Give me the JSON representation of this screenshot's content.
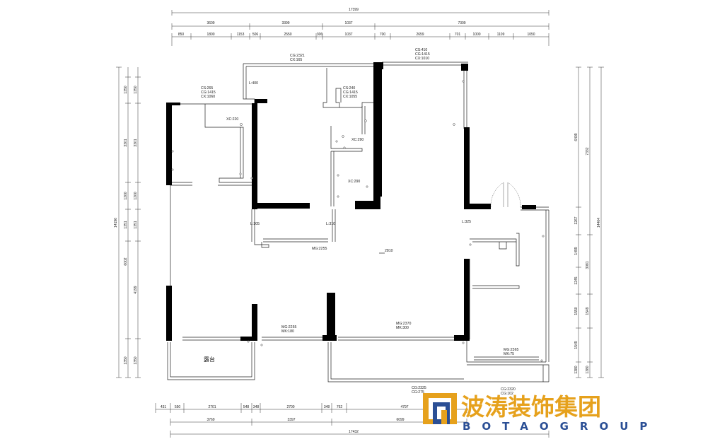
{
  "plan": {
    "top_dims": {
      "total": "17399",
      "level2": [
        "3609",
        "3399",
        "1037",
        "7309"
      ],
      "level3": [
        "850",
        "1800",
        "1153",
        "506",
        "2550",
        "306",
        "1037",
        "700",
        "2659",
        "701",
        "1000",
        "1109",
        "1050"
      ]
    },
    "bottom_dims": {
      "total": "17432",
      "level1": [
        "431",
        "550",
        "2701",
        "548",
        "348",
        "2700",
        "348",
        "762",
        "4797"
      ],
      "level2": [
        "3769",
        "3397",
        "6099"
      ]
    },
    "left_dims": {
      "total": "14196",
      "level1": [
        "1350",
        "3301",
        "1200",
        "1351",
        "6002",
        "1350"
      ],
      "level2": [
        "1350",
        "3301",
        "1200",
        "1351",
        "4199",
        "1350"
      ]
    },
    "right_dims": {
      "total": "14404",
      "level1": [
        "6409",
        "1267",
        "1499",
        "1245",
        "1550",
        "1549",
        "1380"
      ],
      "level2": [
        "7332",
        "3081",
        "1549",
        "1380"
      ]
    },
    "annotations": {
      "win_top_left": [
        "CS:265",
        "CG:1415",
        "CX:1060"
      ],
      "win_top_mid": [
        "CG:2321",
        "CX:165"
      ],
      "win_top_right": [
        "CS:410",
        "CG:1415",
        "CX:1010"
      ],
      "win_bath": [
        "CS:240",
        "CG:1415",
        "CX:1055"
      ],
      "l400": "L:400",
      "xc220": "XC:220",
      "xc290a": "XC:290",
      "xc290b": "XC:290",
      "l305": "L:305",
      "l310": "L:310",
      "l325": "L:325",
      "mg2255a": "MG:2255",
      "living": "2810",
      "door_b1": [
        "MG:2255",
        "MK:180"
      ],
      "door_liv": [
        "MG:2370",
        "MK:300"
      ],
      "door_r": [
        "MG:2365",
        "MK:75"
      ],
      "bottom_a": [
        "CG:2325",
        "CG:275"
      ],
      "bottom_b": [
        "CG:2320",
        "CG:102"
      ]
    },
    "room_balcony": "露台"
  },
  "logo": {
    "cn": "波涛装饰集团",
    "en": "BOTAOGROUP",
    "colors": {
      "gold": "#e6a11c",
      "blue": "#2b4f95"
    }
  }
}
